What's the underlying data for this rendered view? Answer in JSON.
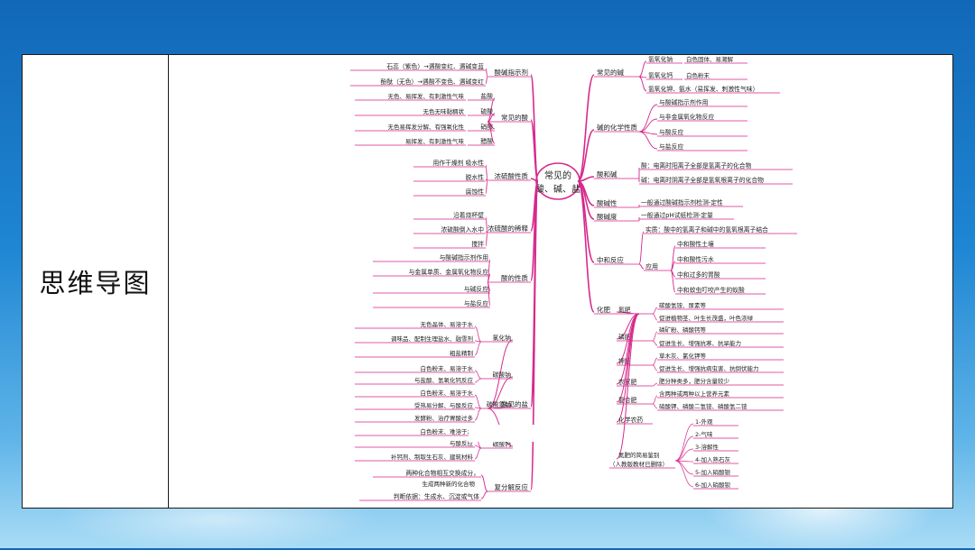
{
  "left_panel": {
    "title": "思维导图"
  },
  "center": {
    "line1": "常见的",
    "line2": "酸、碱、盐"
  },
  "colors": {
    "branch": "#d6298d",
    "line": "#e05aa6",
    "background": "#1a78c8"
  },
  "left_branches": [
    {
      "label": "酸碱指示剂",
      "children": [
        "石蕊（紫色）→遇酸变红、遇碱变蓝",
        "酚酞（无色）→遇酸不变色、遇碱变红"
      ]
    },
    {
      "label": "常见的酸",
      "children": [
        {
          "label": "盐酸",
          "note": "无色、易挥发、有刺激性气味"
        },
        {
          "label": "硫酸",
          "note": "无色无味黏稠状"
        },
        {
          "label": "硝酸",
          "note": "无色易挥发分解、有强氧化性"
        },
        {
          "label": "醋酸",
          "note": "易挥发、有刺激性气味"
        }
      ]
    },
    {
      "label": "浓硫酸性质",
      "children": [
        "用作干燥剂  吸水性",
        "脱水性",
        "腐蚀性"
      ]
    },
    {
      "label": "浓硫酸的稀释",
      "children": [
        "沿着烧杯壁",
        "浓硫酸倒入水中",
        "搅拌"
      ]
    },
    {
      "label": "酸的性质",
      "children": [
        "与酸碱指示剂作用",
        "与金属单质、金属氧化物反应",
        "与碱反应",
        "与盐反应"
      ]
    },
    {
      "label": "常见的盐",
      "children": [
        {
          "label": "氯化钠",
          "notes": [
            "无色晶体、易溶于水",
            "调味品、配制生理盐水、融雪剂",
            "粗盐精制"
          ]
        },
        {
          "label": "碳酸钠",
          "notes": [
            "白色粉末、易溶于水",
            "与盐酸、氢氧化钙反应"
          ]
        },
        {
          "label": "碳酸氢钠",
          "notes": [
            "白色粉末、易溶于水",
            "受热易分解、与酸反应",
            "发酵粉、治疗胃酸过多"
          ]
        },
        {
          "label": "碳酸钙",
          "notes": [
            "白色粉末、难溶于水",
            "与酸反应",
            "补钙剂、制取生石灰、建筑材料"
          ]
        }
      ]
    },
    {
      "label": "复分解反应",
      "children": [
        "两种化合物相互交换成分，生成两种新的化合物",
        "判断依据：生成水、沉淀或气体"
      ]
    }
  ],
  "right_branches": [
    {
      "label": "常见的碱",
      "children": [
        {
          "label": "氢氧化钠",
          "note": "白色固体、易潮解"
        },
        {
          "label": "氢氧化钙",
          "note": "白色粉末"
        },
        {
          "label": "氢氧化钾、氨水（易挥发、刺激性气味）",
          "note": ""
        }
      ]
    },
    {
      "label": "碱的化学性质",
      "children": [
        "与酸碱指示剂作用",
        "与非金属氧化物反应",
        "与酸反应",
        "与盐反应"
      ]
    },
    {
      "label": "酸和碱",
      "children": [
        "酸：电离时阳离子全部是氢离子的化合物",
        "碱：电离时阴离子全部是氢氧根离子的化合物"
      ]
    },
    {
      "label": "酸碱性",
      "children": [
        "一般通过酸碱指示剂检测-定性"
      ]
    },
    {
      "label": "酸碱度",
      "children": [
        "一般通过pH试纸检测-定量"
      ]
    },
    {
      "label": "中和反应",
      "children": [
        "实质：酸中的氢离子和碱中的氢氧根离子结合"
      ],
      "application": {
        "label": "应用",
        "items": [
          "中和酸性土壤",
          "中和酸性污水",
          "中和过多的胃酸",
          "中和蚊虫叮咬产生的蚁酸"
        ]
      }
    },
    {
      "label": "化肥",
      "children": [
        {
          "label": "氮肥",
          "notes": [
            "碳酸氢铵、尿素等",
            "促进植物茎、叶生长茂盛，叶色浓绿"
          ]
        },
        {
          "label": "磷肥",
          "notes": [
            "磷矿粉、磷酸钙等",
            "促进生长、增强抗寒、抗旱能力"
          ]
        },
        {
          "label": "钾肥",
          "notes": [
            "草木灰、氯化钾等",
            "促进生长、增强抗病虫害、抗倒伏能力"
          ]
        },
        {
          "label": "农家肥",
          "notes": [
            "肥分种类多，肥分含量较少"
          ]
        },
        {
          "label": "复合肥",
          "notes": [
            "含两种或两种以上营养元素",
            "硝酸钾、磷酸二氢铵、磷酸氢二铵"
          ]
        },
        {
          "label": "化学农药",
          "notes": []
        },
        {
          "label": "氮肥的简易鉴别（人教版教材已删除）",
          "notes": [
            "1-外观",
            "2-气味",
            "3-溶解性",
            "4-加入熟石灰",
            "5-加入硝酸银",
            "6-加入硝酸钡"
          ]
        }
      ]
    }
  ]
}
